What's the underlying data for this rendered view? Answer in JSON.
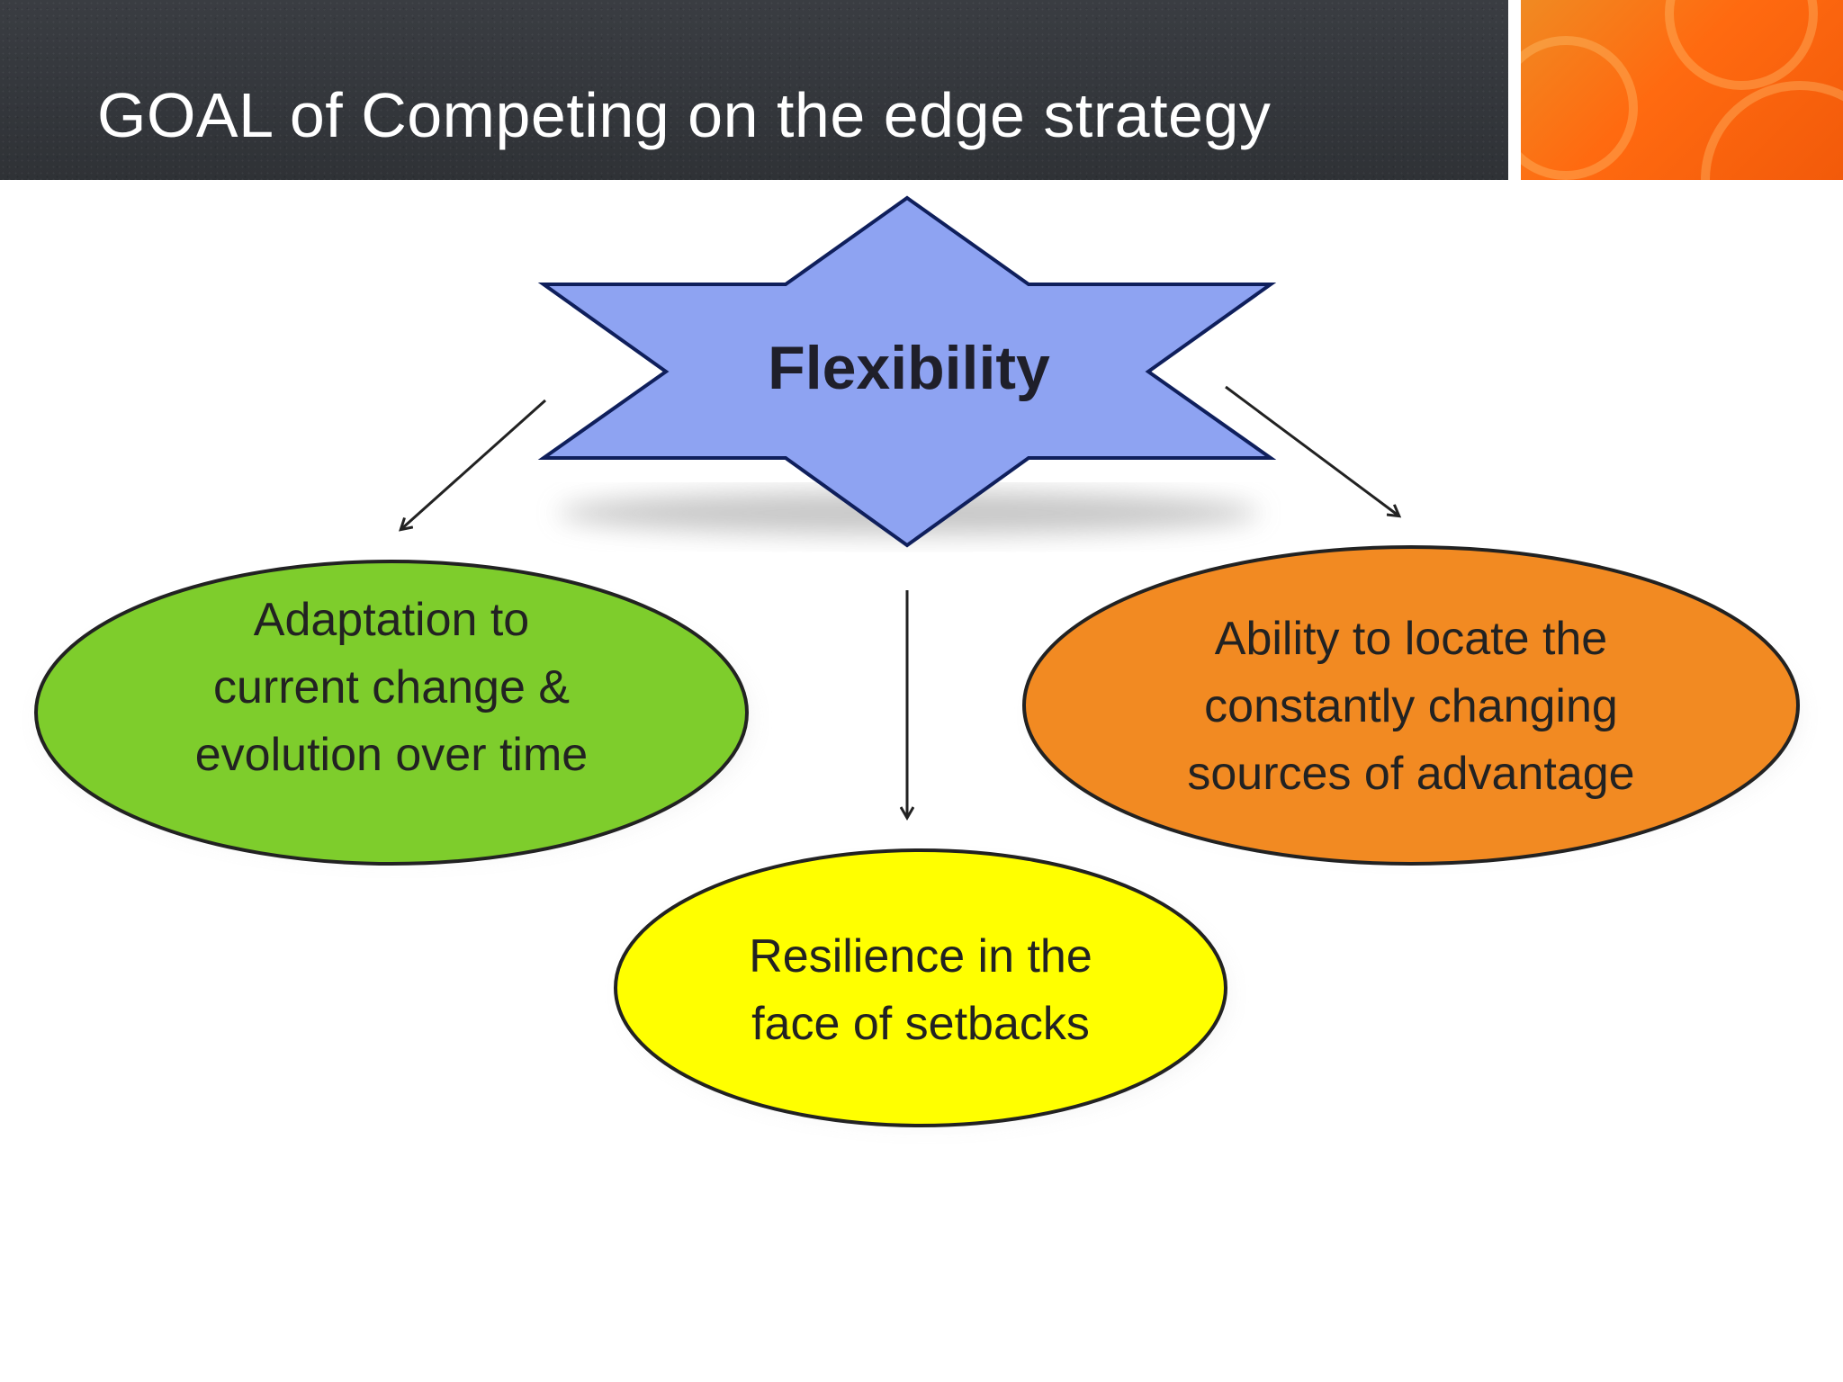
{
  "slide": {
    "title": "GOAL of Competing on the edge strategy"
  },
  "diagram": {
    "center": {
      "label": "Flexibility",
      "fill": "#8ea3f2",
      "stroke": "#0f1f5c"
    },
    "nodes": [
      {
        "id": "adaptation",
        "lines": [
          "Adaptation to",
          "current change &",
          "evolution over time"
        ],
        "fill": "#7ecd2c"
      },
      {
        "id": "resilience",
        "lines": [
          "Resilience in the",
          "face of setbacks"
        ],
        "fill": "#ffff00"
      },
      {
        "id": "ability",
        "lines": [
          "Ability to locate the",
          "constantly changing",
          "sources of advantage"
        ],
        "fill": "#f28a22"
      }
    ]
  },
  "colors": {
    "header_bg": "#33363b",
    "accent_orange": "#f26a10",
    "arrow": "#222222"
  }
}
